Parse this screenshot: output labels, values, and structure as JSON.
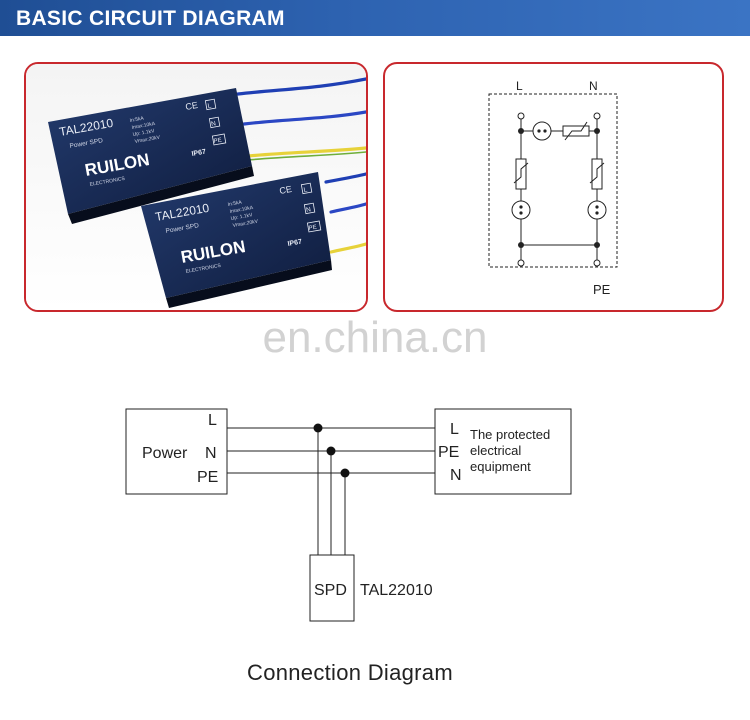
{
  "header": {
    "title": "BASIC CIRCUIT DIAGRAM"
  },
  "photo": {
    "devices": [
      {
        "model": "TAL22010",
        "subtitle": "Power SPD",
        "specs": [
          "In:5kA",
          "Imax:10kA",
          "Up: 1.1kV",
          "Vmax:20kV"
        ],
        "brand": "RUILON",
        "brand_sub": "ELECTRONICS",
        "ce": "CE",
        "ip": "IP67",
        "terminals": [
          "L",
          "N",
          "PE"
        ]
      },
      {
        "model": "TAL22010",
        "subtitle": "Power SPD",
        "specs": [
          "In:5kA",
          "Imax:10kA",
          "Up: 1.1kV",
          "Vmax:20kV"
        ],
        "brand": "RUILON",
        "brand_sub": "ELECTRONICS",
        "ce": "CE",
        "ip": "IP67",
        "terminals": [
          "L",
          "N",
          "PE"
        ]
      }
    ]
  },
  "schematic": {
    "label_l": "L",
    "label_n": "N",
    "label_pe": "PE"
  },
  "watermark": "en.china.cn",
  "connection": {
    "source_lines": [
      "L",
      "N",
      "PE"
    ],
    "source_name": "Power",
    "load_terminals": [
      "L",
      "PE",
      "N"
    ],
    "load_text": [
      "The protected",
      "electrical",
      "equipment"
    ],
    "spd_label": "SPD",
    "spd_model": "TAL22010"
  },
  "caption": "Connection Diagram"
}
